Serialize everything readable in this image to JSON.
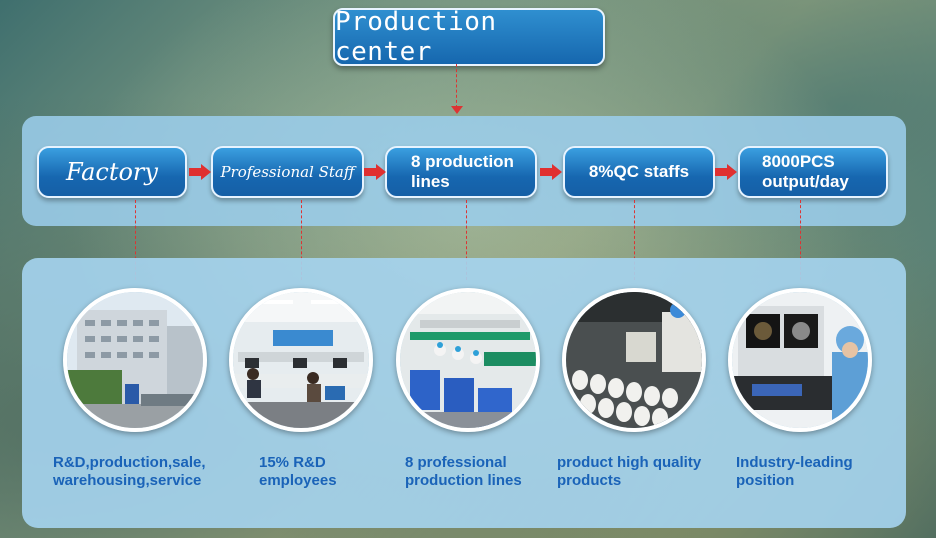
{
  "title": "Production center",
  "steps": [
    {
      "label": "Factory"
    },
    {
      "label": "Professional Staff"
    },
    {
      "label": "8 production\nlines"
    },
    {
      "label": "8%QC staffs"
    },
    {
      "label": "8000PCS\noutput/day"
    }
  ],
  "photos": [
    {
      "icon": "factory-building-photo"
    },
    {
      "icon": "office-staff-photo"
    },
    {
      "icon": "production-line-photo"
    },
    {
      "icon": "qc-inspection-photo"
    },
    {
      "icon": "testing-machine-photo"
    }
  ],
  "captions": [
    "R&D,production,sale,\nwarehousing,service",
    "15% R&D\nemployees",
    "8 professional\nproduction lines",
    "product high quality\nproducts",
    "Industry-leading\nposition"
  ],
  "colors": {
    "accent_blue": "#1767b0",
    "caption_blue": "#1a63b8",
    "arrow_red": "#e03030",
    "panel": "#9bcdeb"
  }
}
